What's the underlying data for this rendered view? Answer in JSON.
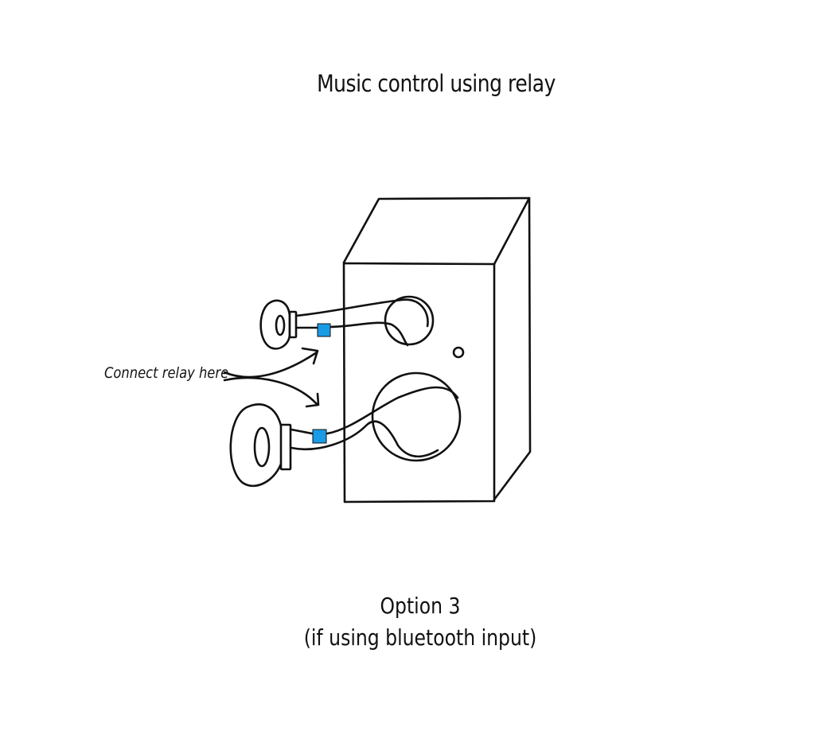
{
  "title": "Music control using relay",
  "annotation": "Connect relay here",
  "caption": {
    "line1": "Option 3",
    "line2": "(if using bluetooth input)"
  },
  "colors": {
    "ink": "#111111",
    "relay": "#1a9be6",
    "background": "#ffffff"
  }
}
